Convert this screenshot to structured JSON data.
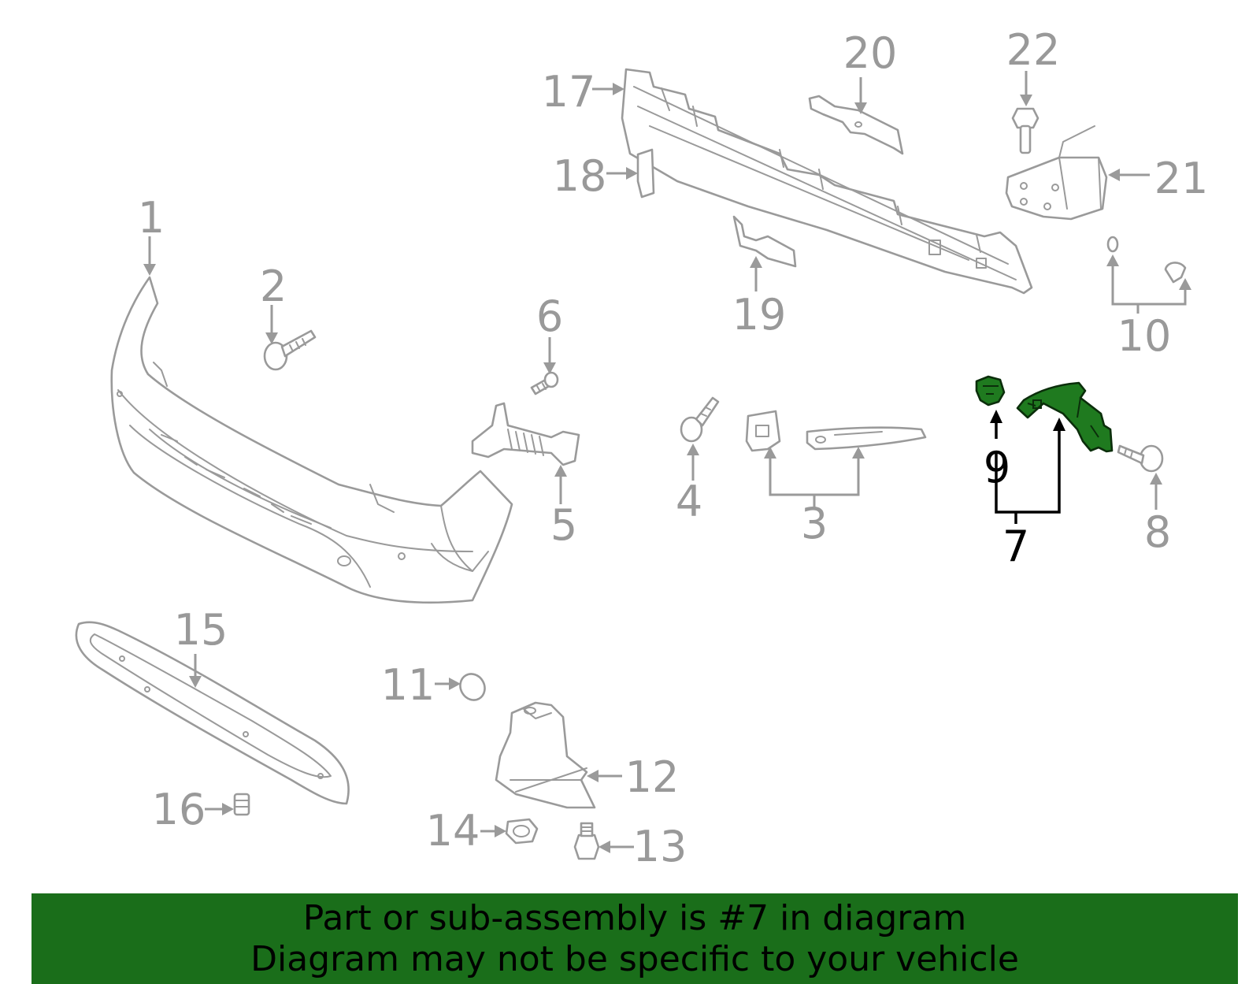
{
  "diagram": {
    "callouts": [
      {
        "id": "1",
        "label": "1",
        "highlighted": false
      },
      {
        "id": "2",
        "label": "2",
        "highlighted": false
      },
      {
        "id": "3",
        "label": "3",
        "highlighted": false
      },
      {
        "id": "4",
        "label": "4",
        "highlighted": false
      },
      {
        "id": "5",
        "label": "5",
        "highlighted": false
      },
      {
        "id": "6",
        "label": "6",
        "highlighted": false
      },
      {
        "id": "7",
        "label": "7",
        "highlighted": true
      },
      {
        "id": "8",
        "label": "8",
        "highlighted": false
      },
      {
        "id": "9",
        "label": "9",
        "highlighted": true
      },
      {
        "id": "10",
        "label": "10",
        "highlighted": false
      },
      {
        "id": "11",
        "label": "11",
        "highlighted": false
      },
      {
        "id": "12",
        "label": "12",
        "highlighted": false
      },
      {
        "id": "13",
        "label": "13",
        "highlighted": false
      },
      {
        "id": "14",
        "label": "14",
        "highlighted": false
      },
      {
        "id": "15",
        "label": "15",
        "highlighted": false
      },
      {
        "id": "16",
        "label": "16",
        "highlighted": false
      },
      {
        "id": "17",
        "label": "17",
        "highlighted": false
      },
      {
        "id": "18",
        "label": "18",
        "highlighted": false
      },
      {
        "id": "19",
        "label": "19",
        "highlighted": false
      },
      {
        "id": "20",
        "label": "20",
        "highlighted": false
      },
      {
        "id": "21",
        "label": "21",
        "highlighted": false
      },
      {
        "id": "22",
        "label": "22",
        "highlighted": false
      }
    ],
    "colors": {
      "line_art": "#9a9a9a",
      "highlight_part": "#1f7a1f",
      "highlight_label": "#000000",
      "banner_background": "#1a6e1a"
    }
  },
  "banner": {
    "line1": "Part or sub-assembly is #7 in diagram",
    "line2": "Diagram may not be specific to your vehicle"
  }
}
